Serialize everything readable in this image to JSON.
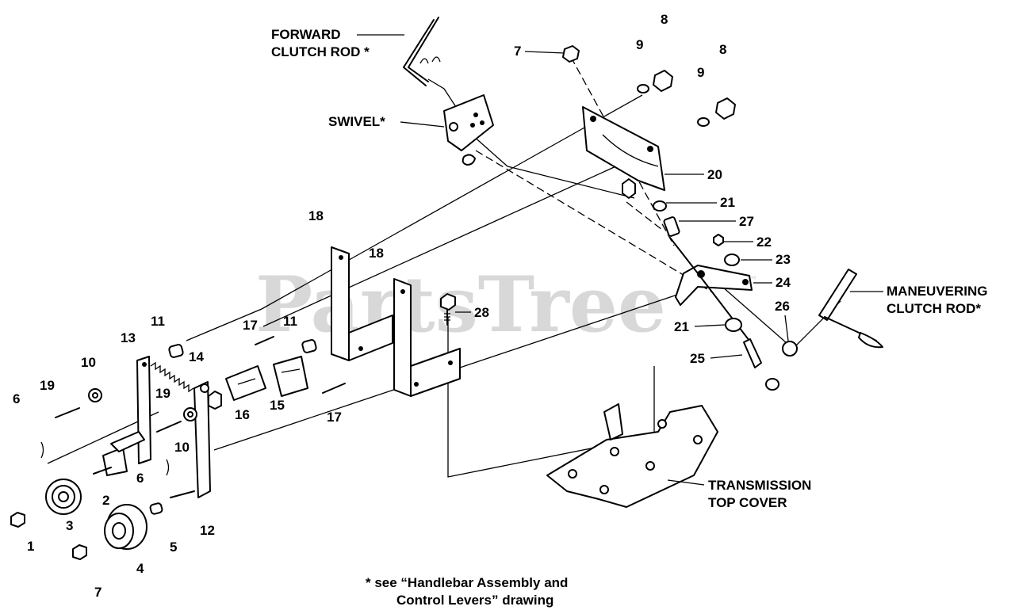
{
  "watermark": {
    "text": "PartsTree",
    "symbol": "™"
  },
  "callouts": {
    "forward_clutch_rod": [
      "FORWARD",
      "CLUTCH ROD *"
    ],
    "swivel": "SWIVEL*",
    "maneuvering_clutch_rod": [
      "MANEUVERING",
      "CLUTCH ROD*"
    ],
    "transmission_top_cover": [
      "TRANSMISSION",
      "TOP COVER"
    ]
  },
  "note": [
    "* see “Handlebar Assembly and",
    "Control Levers” drawing"
  ],
  "part_numbers": {
    "p1": "1",
    "p2": "2",
    "p3": "3",
    "p4": "4",
    "p5": "5",
    "p6a": "6",
    "p6b": "6",
    "p7a": "7",
    "p7b": "7",
    "p8a": "8",
    "p8b": "8",
    "p9a": "9",
    "p9b": "9",
    "p10a": "10",
    "p10b": "10",
    "p11a": "11",
    "p11b": "11",
    "p12": "12",
    "p13": "13",
    "p14": "14",
    "p15": "15",
    "p16": "16",
    "p17a": "17",
    "p17b": "17",
    "p18a": "18",
    "p18b": "18",
    "p19a": "19",
    "p19b": "19",
    "p20": "20",
    "p21a": "21",
    "p21b": "21",
    "p22": "22",
    "p23": "23",
    "p24": "24",
    "p25": "25",
    "p26": "26",
    "p27": "27",
    "p28": "28"
  }
}
